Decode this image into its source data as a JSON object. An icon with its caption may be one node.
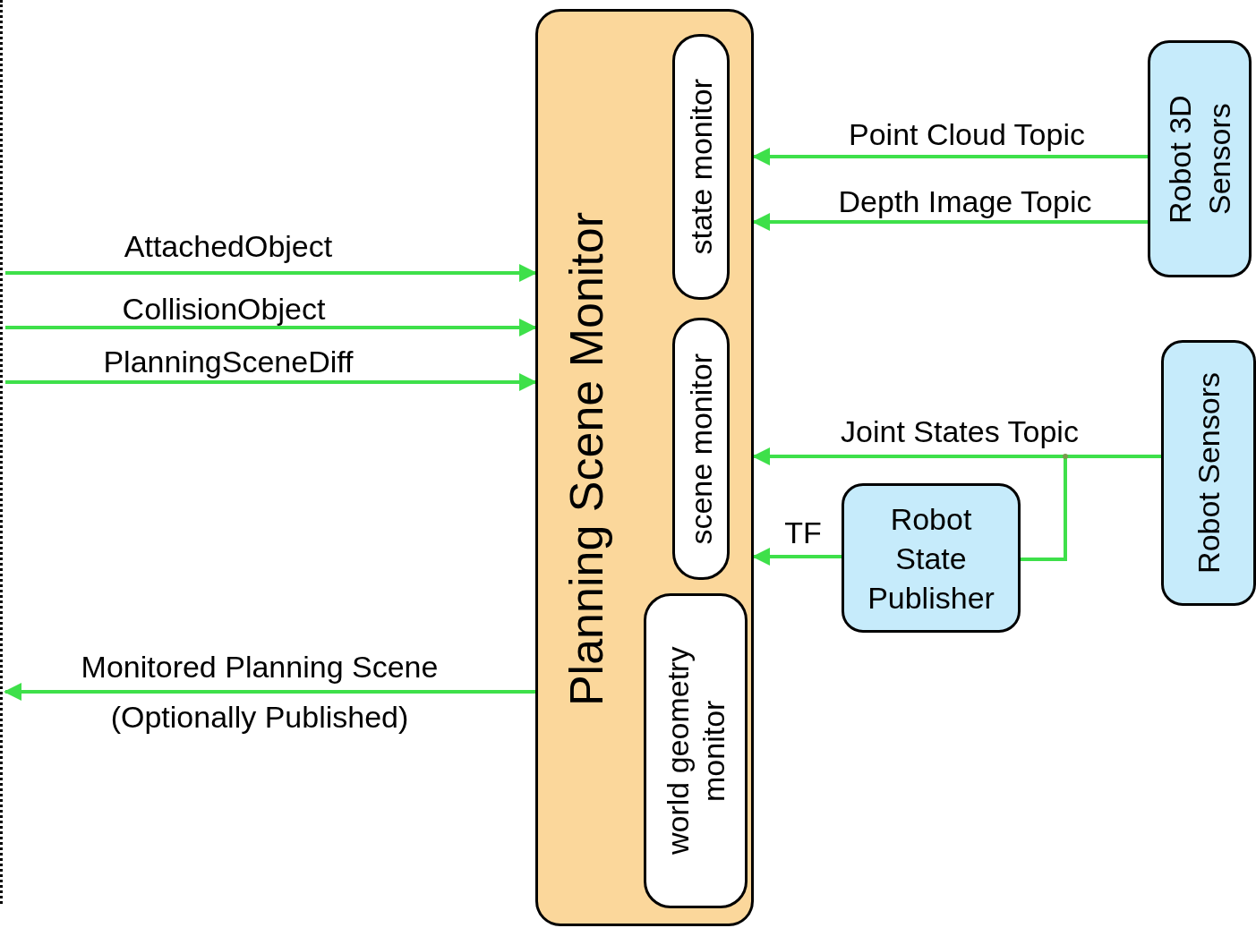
{
  "diagram": {
    "nodes": [
      {
        "text": [],
        "shape": "line"
      },
      {
        "text": [
          "Planning Scene Monitor"
        ]
      },
      {
        "text": [
          "state monitor"
        ],
        "in": 1
      },
      {
        "text": [
          "scene monitor"
        ],
        "in": 1
      },
      {
        "text": [
          "world geometry monitor"
        ],
        "in": 1
      },
      {
        "text": [
          "Robot 3D Sensors"
        ]
      },
      {
        "text": [
          "Robot Sensors"
        ]
      },
      {
        "text": [
          "Robot State Publisher"
        ]
      }
    ],
    "edges": [
      {
        "from": 0,
        "to": 1,
        "arrow": "to",
        "label": "AttachedObject"
      },
      {
        "from": 0,
        "to": 1,
        "arrow": "to",
        "label": "CollisionObject"
      },
      {
        "from": 0,
        "to": 1,
        "arrow": "to",
        "label": "PlanningSceneDiff"
      },
      {
        "from": 1,
        "to": 0,
        "arrow": "to",
        "label": "Monitored Planning Scene (Optionally Published)"
      },
      {
        "from": 5,
        "to": 1,
        "arrow": "to",
        "label": "Point Cloud Topic"
      },
      {
        "from": 5,
        "to": 1,
        "arrow": "to",
        "label": "Depth Image Topic"
      },
      {
        "from": 6,
        "to": 1,
        "arrow": "to",
        "label": "Joint States Topic"
      },
      {
        "from": 6,
        "to": 7,
        "arrow": "none"
      },
      {
        "from": 7,
        "to": 1,
        "arrow": "to",
        "label": "TF"
      }
    ]
  }
}
